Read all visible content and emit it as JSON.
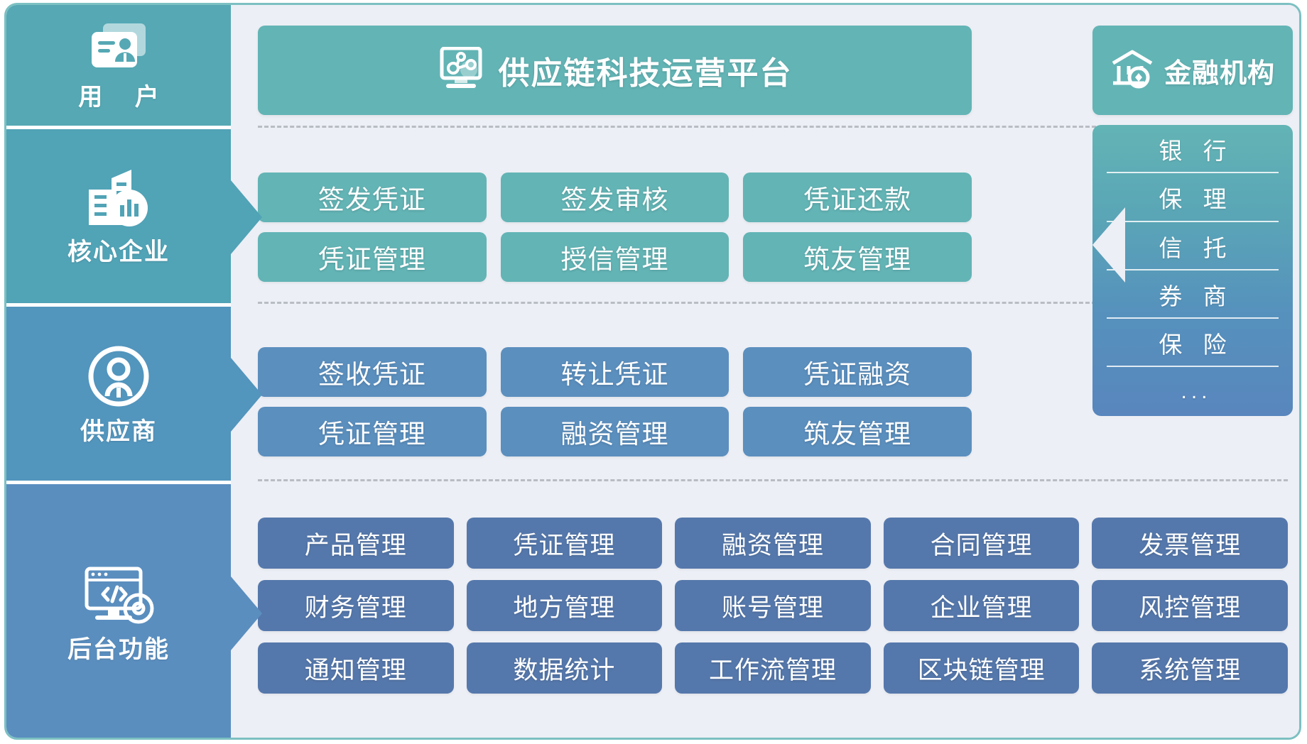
{
  "theme": {
    "teal": "#63b4b5",
    "mid_blue": "#5b8fbe",
    "navy_blue": "#5578ac",
    "sidebar_teal": "#55a8b4",
    "sidebar_blue": "#5691bd",
    "stage_bg": "#eceff5",
    "frame_border": "#7cc0c2"
  },
  "sidebar": {
    "items": [
      {
        "label": "用 户",
        "icon": "id-card-icon",
        "role": "user",
        "has_arrow": false
      },
      {
        "label": "核心企业",
        "icon": "building-chart-icon",
        "role": "core-enterprise",
        "has_arrow": true
      },
      {
        "label": "供应商",
        "icon": "person-circle-icon",
        "role": "supplier",
        "has_arrow": true
      },
      {
        "label": "后台功能",
        "icon": "monitor-code-gear-icon",
        "role": "backend",
        "has_arrow": true
      }
    ]
  },
  "header": {
    "title": "供应链科技运营平台",
    "icon": "monitor-network-icon"
  },
  "financial": {
    "title": "金融机构",
    "icon": "bank-coin-icon",
    "items": [
      "银 行",
      "保 理",
      "信 托",
      "券 商",
      "保 险",
      "..."
    ]
  },
  "core_enterprise": {
    "tiles": [
      "签发凭证",
      "签发审核",
      "凭证还款",
      "凭证管理",
      "授信管理",
      "筑友管理"
    ]
  },
  "supplier": {
    "tiles": [
      "签收凭证",
      "转让凭证",
      "凭证融资",
      "凭证管理",
      "融资管理",
      "筑友管理"
    ]
  },
  "backend": {
    "tiles": [
      "产品管理",
      "凭证管理",
      "融资管理",
      "合同管理",
      "发票管理",
      "财务管理",
      "地方管理",
      "账号管理",
      "企业管理",
      "风控管理",
      "通知管理",
      "数据统计",
      "工作流管理",
      "区块链管理",
      "系统管理"
    ]
  }
}
